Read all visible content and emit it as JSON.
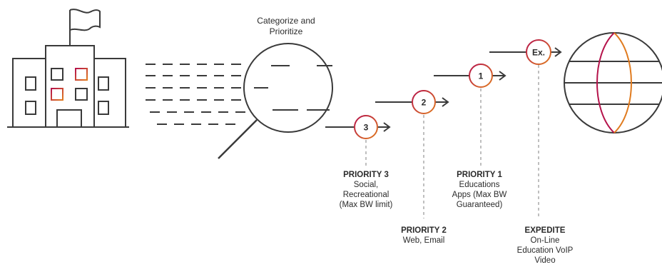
{
  "colors": {
    "stroke": "#3a3a3a",
    "accent_red": "#b5134b",
    "accent_orange": "#e07b1f",
    "dotted": "#aaaaaa"
  },
  "categorize_label": {
    "line1": "Categorize and",
    "line2": "Prioritize"
  },
  "stages": [
    {
      "badge": "3",
      "title": "PRIORITY 3",
      "lines": [
        "Social,",
        "Recreational",
        "(Max BW limit)"
      ]
    },
    {
      "badge": "2",
      "title": "PRIORITY 2",
      "lines": [
        "Web, Email"
      ]
    },
    {
      "badge": "1",
      "title": "PRIORITY 1",
      "lines": [
        "Educations",
        "Apps (Max BW",
        "Guaranteed)"
      ]
    },
    {
      "badge": "Ex.",
      "title": "EXPEDITE",
      "lines": [
        "On-Line",
        "Education VoIP",
        "Video"
      ]
    }
  ],
  "icons": [
    "school-building-icon",
    "magnifier-icon",
    "arrow-right-icon",
    "globe-icon"
  ]
}
